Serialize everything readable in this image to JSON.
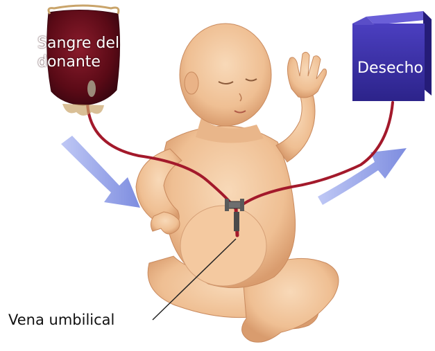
{
  "labels": {
    "donor_blood_line1": "Sangre del",
    "donor_blood_line2": "donante",
    "waste": "Desecho",
    "umbilical_vein": "Vena umbilical"
  },
  "colors": {
    "blood_bag": "#6a0f1c",
    "tube": "#a3192b",
    "waste_box": "#3a2ea0",
    "arrow": "#7f8fe0",
    "skin": "#f2c49a"
  },
  "icons": {
    "donor": "blood-bag-icon",
    "waste": "waste-container-icon",
    "arrows": "flow-arrow-icon"
  }
}
